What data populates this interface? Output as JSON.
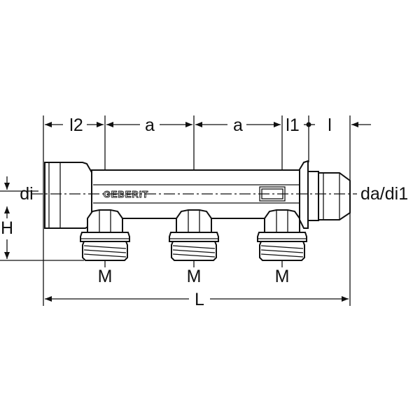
{
  "labels": {
    "l2": "l2",
    "a1": "a",
    "a2": "a",
    "l1": "l1",
    "l": "l",
    "di": "di",
    "da_di1": "da/di1",
    "H": "H",
    "M1": "M",
    "M2": "M",
    "M3": "M",
    "L": "L"
  },
  "logo": "GEBERIT"
}
